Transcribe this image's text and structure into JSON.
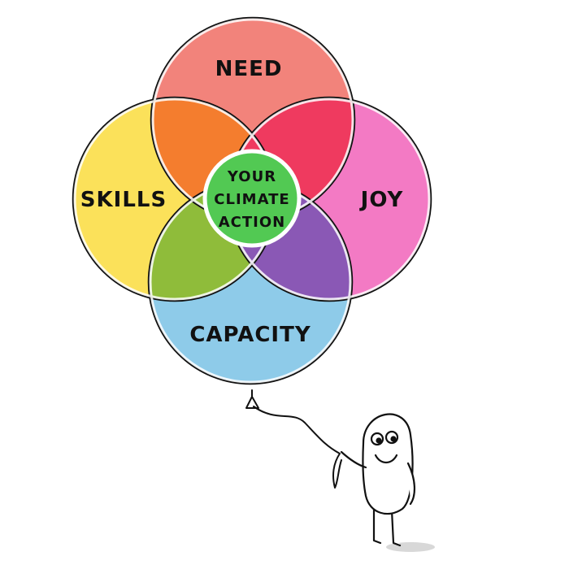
{
  "diagram": {
    "circles": [
      {
        "id": "need",
        "label": "NEED",
        "color": "#f2837b"
      },
      {
        "id": "skills",
        "label": "SKILLS",
        "color": "#fbe15a"
      },
      {
        "id": "joy",
        "label": "JOY",
        "color": "#f37ac4"
      },
      {
        "id": "capacity",
        "label": "CAPACITY",
        "color": "#8ecbe9"
      }
    ],
    "overlaps": {
      "need_skills": "#f47d2e",
      "need_joy": "#ef3a5f",
      "skills_capacity": "#8fbc3a",
      "joy_capacity": "#8a58b5",
      "center": "#52c953"
    },
    "center_label": [
      "YOUR",
      "CLIMATE",
      "ACTION"
    ]
  },
  "figure": {
    "name": "person-holding-balloon"
  }
}
